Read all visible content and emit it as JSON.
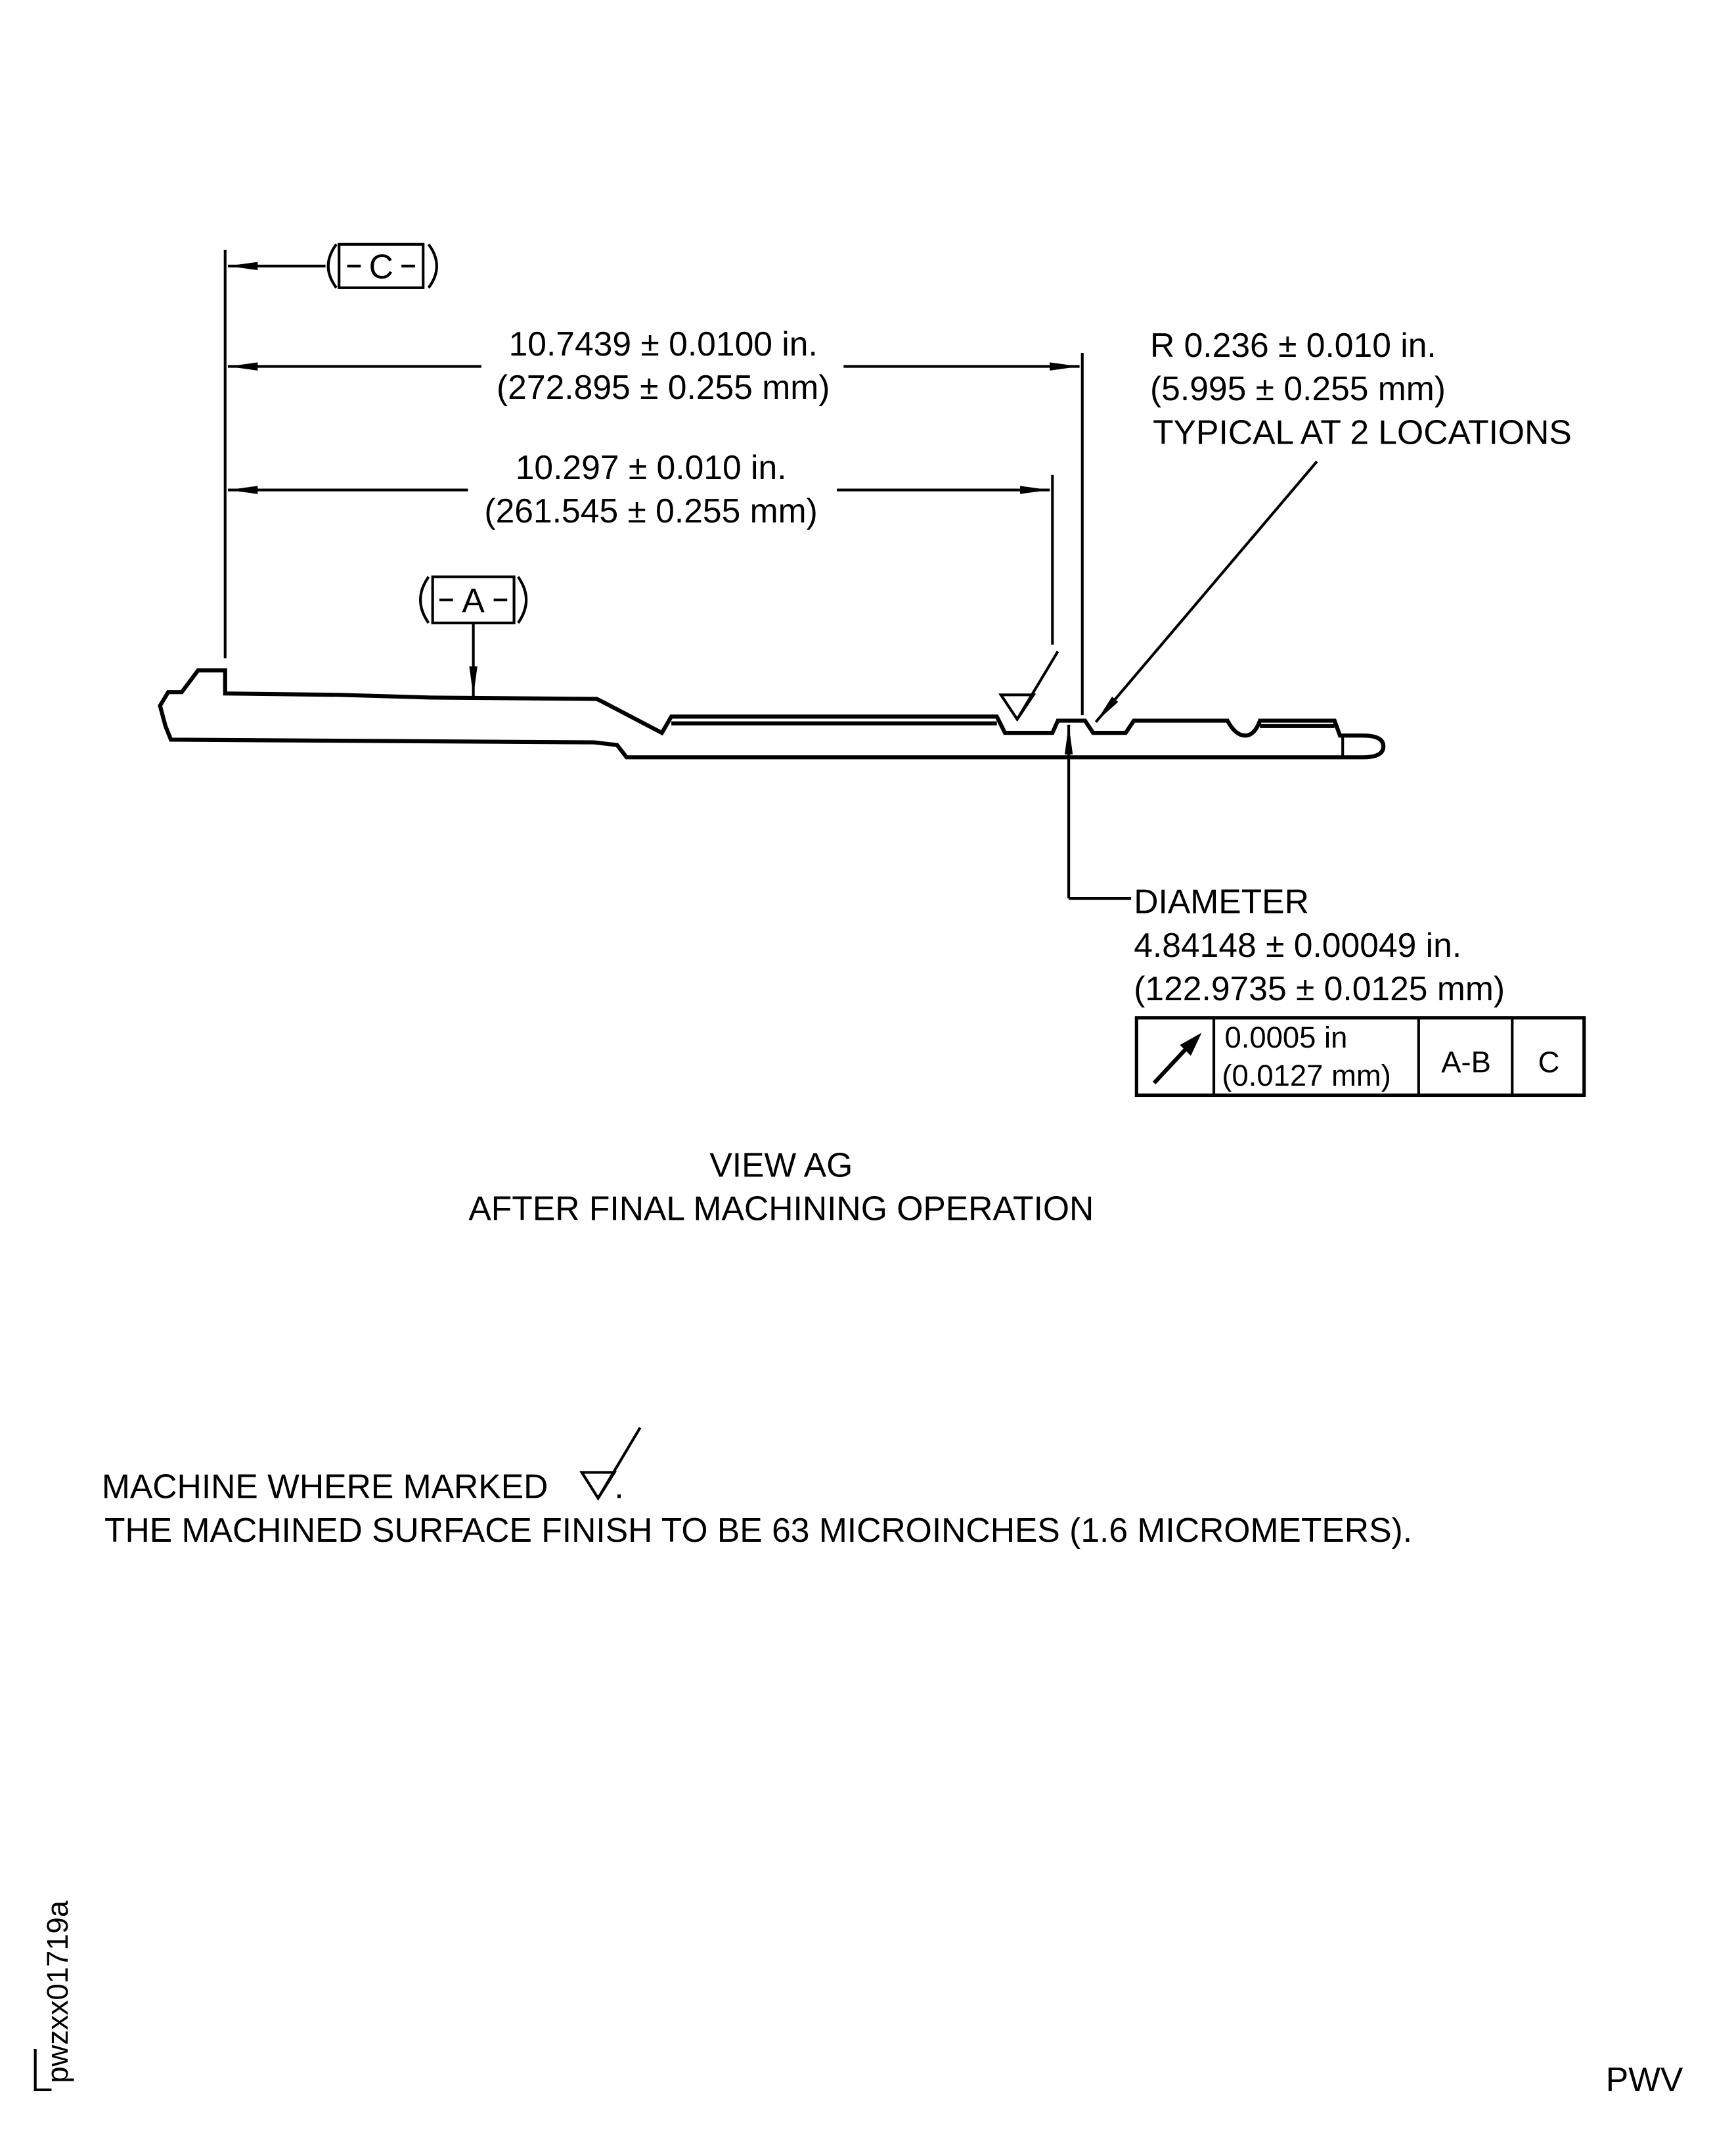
{
  "datums": {
    "c": "C",
    "a": "A"
  },
  "dim_overall": {
    "inch": "10.7439 ± 0.0100 in.",
    "mm": "(272.895 ± 0.255 mm)"
  },
  "dim_inner": {
    "inch": "10.297 ± 0.010 in.",
    "mm": "(261.545 ± 0.255 mm)"
  },
  "radius_note": {
    "line1": "R 0.236 ± 0.010 in.",
    "line2": "(5.995 ± 0.255 mm)",
    "line3": "TYPICAL AT 2 LOCATIONS"
  },
  "diameter_note": {
    "label": "DIAMETER",
    "inch": "4.84148 ± 0.00049 in.",
    "mm": "(122.9735 ± 0.0125 mm)"
  },
  "feature_control_frame": {
    "symbol": "circular-runout-icon",
    "tol_in": "0.0005 in",
    "tol_mm": "(0.0127 mm)",
    "datum_primary": "A-B",
    "datum_secondary": "C"
  },
  "view_title": {
    "line1": "VIEW AG",
    "line2": "AFTER FINAL MACHINING OPERATION"
  },
  "notes": {
    "line1": "MACHINE WHERE MARKED",
    "line1_end": ".",
    "line2": "THE MACHINED SURFACE FINISH TO BE 63 MICROINCHES (1.6 MICROMETERS)."
  },
  "figure_id": "pwzxx01719a",
  "footer_code": "PWV"
}
